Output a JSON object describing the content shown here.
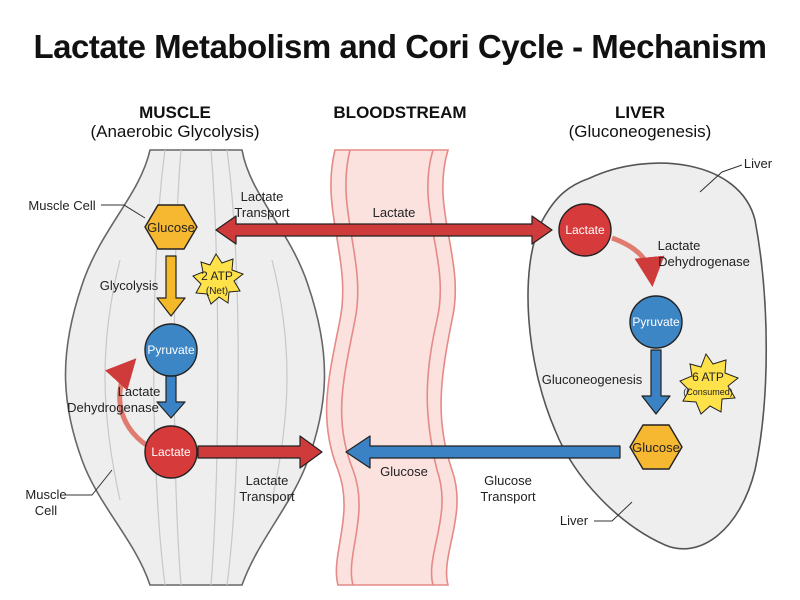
{
  "title": "Lactate Metabolism and Cori Cycle - Mechanism",
  "columns": {
    "muscle": {
      "heading": "MUSCLE",
      "subheading": "(Anaerobic Glycolysis)"
    },
    "blood": {
      "heading": "BLOODSTREAM"
    },
    "liver": {
      "heading": "LIVER",
      "subheading": "(Gluconeogenesis)"
    }
  },
  "muscle": {
    "cell_label_top": "Muscle Cell",
    "cell_label_bottom": [
      "Muscle",
      "Cell"
    ],
    "glucose": "Glucose",
    "pyruvate": "Pyruvate",
    "lactate": "Lactate",
    "glycolysis": "Glycolysis",
    "atp_line1": "2 ATP",
    "atp_line2": "(Net)",
    "ldh_line1": "Lactate",
    "ldh_line2": "Dehydrogenase",
    "transport_top": [
      "Lactate",
      "Transport"
    ],
    "transport_bottom": [
      "Lactate",
      "Transport"
    ]
  },
  "blood": {
    "lactate_label": "Lactate",
    "glucose_label": "Glucose"
  },
  "liver": {
    "corner_label": "Liver",
    "bottom_label": "Liver",
    "lactate": "Lactate",
    "pyruvate": "Pyruvate",
    "glucose": "Glucose",
    "ldh_line1": "Lactate",
    "ldh_line2": "Dehydrogenase",
    "gluconeogenesis": "Gluconeogenesis",
    "atp_line1": "6 ATP",
    "atp_line2": "(Consumed)",
    "transport": [
      "Glucose",
      "Transport"
    ]
  },
  "colors": {
    "glucose_fill": "#f6b731",
    "node_red": "#d63a3a",
    "node_blue": "#3d86c6",
    "arrow_red": "#cf3b3b",
    "arrow_blue": "#3a82c4",
    "arrow_yellow": "#f3b928",
    "arrow_salmon": "#e07b6f",
    "vessel_fill": "#fbe2df",
    "vessel_stroke": "#e58a86",
    "cell_fill": "#eeeeee",
    "starburst": "#ffe24a"
  }
}
